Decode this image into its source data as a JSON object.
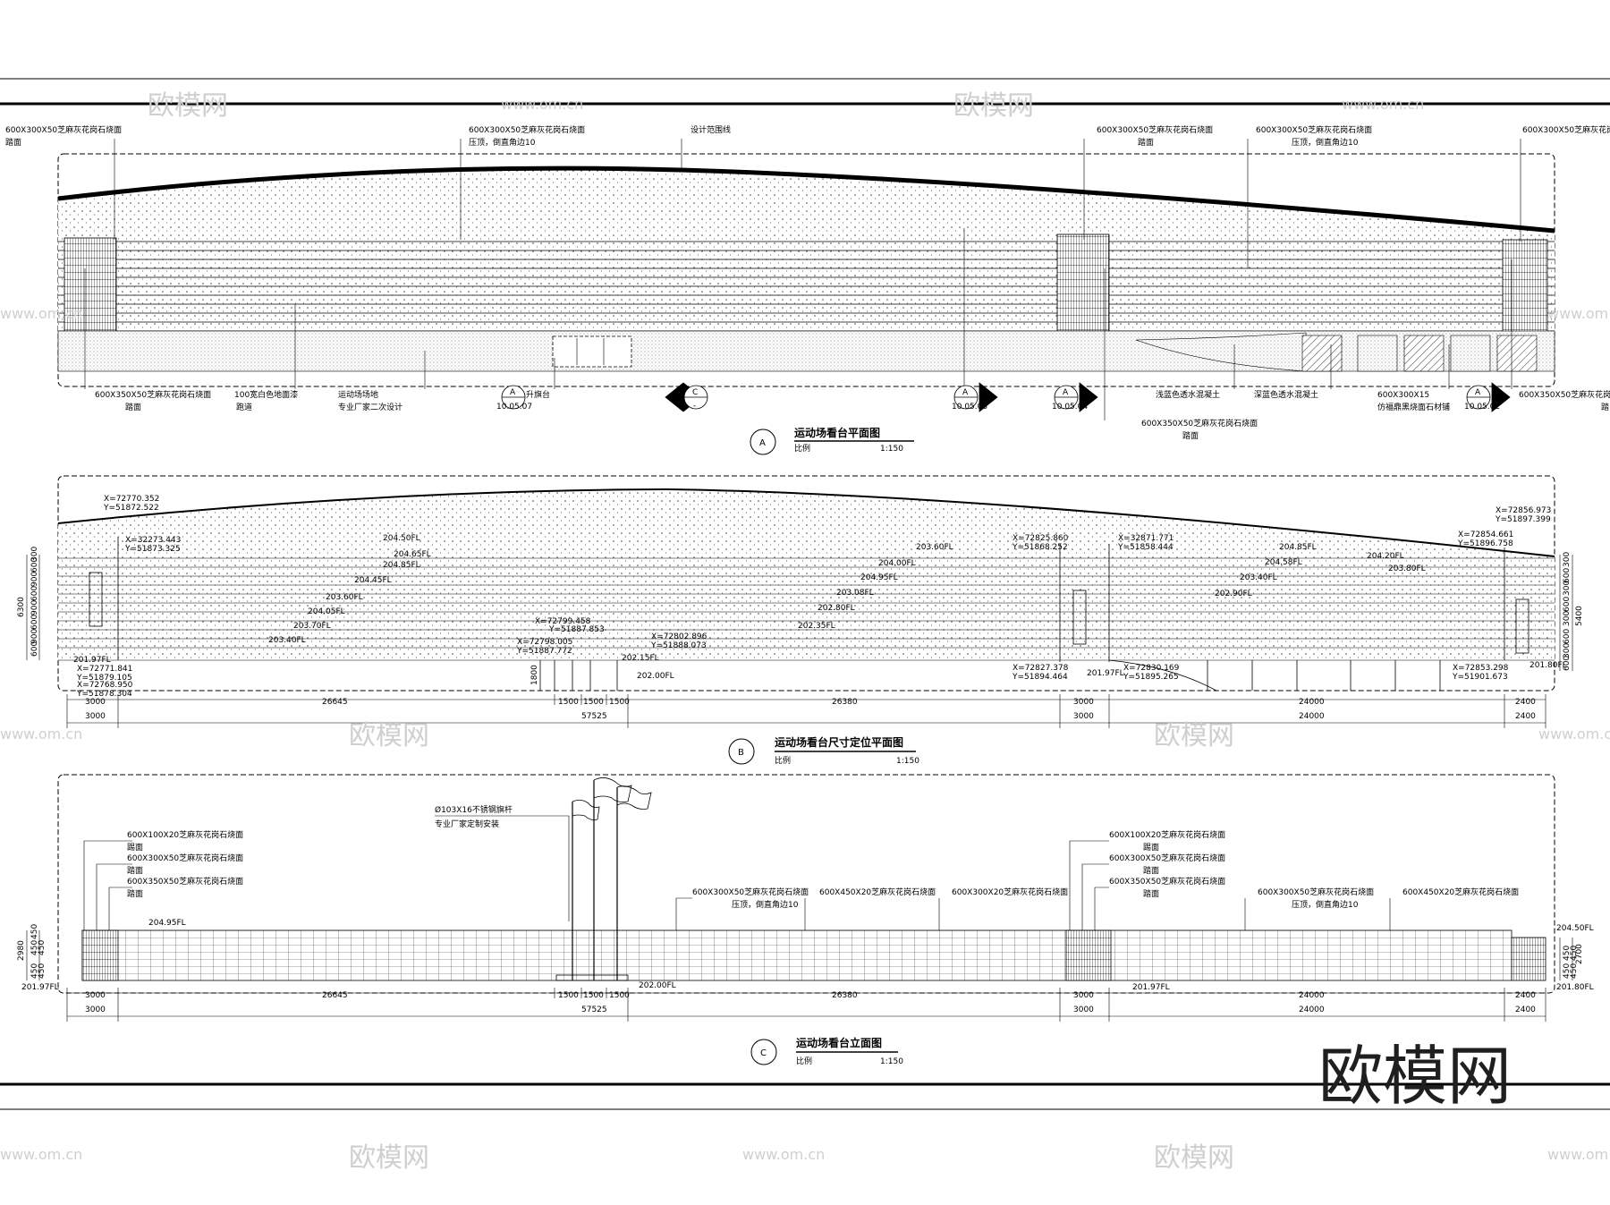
{
  "colors": {
    "ink": "#000000",
    "watermark": "#cfcfcf",
    "fill": "#f4f4f4"
  },
  "watermarks": {
    "brand": "欧模网",
    "url": "www.om.cn",
    "big": "欧模网"
  },
  "plan_a": {
    "callouts_top": [
      "600X300X50芝麻灰花岗石烧面",
      "踏面",
      "600X300X50芝麻灰花岗石烧面",
      "压顶，倒直角边10",
      "设计范围线",
      "600X300X50芝麻灰花岗石烧面",
      "踏面",
      "600X300X50芝麻灰花岗石烧面",
      "压顶，倒直角边10",
      "600X300X50芝麻灰花岗石"
    ],
    "callouts_bottom": [
      "600X350X50芝麻灰花岗石烧面",
      "踏面",
      "100宽白色地面漆",
      "跑道",
      "运动场场地",
      "专业厂家二次设计",
      "升旗台",
      "浅蓝色透水混凝土",
      "深蓝色透水混凝土",
      "600X300X15",
      "仿福鼎黑烧面石材铺",
      "600X350X50芝麻灰花岗石",
      "踏",
      "600X350X50芝麻灰花岗石烧面",
      "踏面"
    ],
    "markers": [
      {
        "l": "A",
        "r": "10.05.07"
      },
      {
        "l": "C",
        "r": "-"
      },
      {
        "l": "A",
        "r": "10.05.03"
      },
      {
        "l": "A",
        "r": "10.05.04"
      },
      {
        "l": "A",
        "r": "10.05.02"
      }
    ],
    "title": "运动场看台平面图",
    "scale_label": "比例",
    "scale": "1:150",
    "letter": "A"
  },
  "plan_b": {
    "coords": [
      "X=72770.352",
      "Y=51872.522",
      "X=32273.443",
      "Y=51873.325",
      "X=72825.860",
      "Y=51868.252",
      "X=32871.771",
      "Y=51858.444",
      "X=72856.973",
      "Y=51897.399",
      "X=72854.661",
      "Y=51896.758",
      "X=72771.841",
      "Y=51879.105",
      "X=72768.950",
      "Y=51878.304",
      "X=72799.458",
      "Y=51887.853",
      "X=72798.005",
      "Y=51887.772",
      "X=72802.896",
      "Y=51888.073",
      "X=72827.378",
      "Y=51894.464",
      "X=72830.169",
      "Y=51895.265",
      "X=72853.298",
      "Y=51901.673"
    ],
    "levels": [
      "204.50FL",
      "204.65FL",
      "204.85FL",
      "204.45FL",
      "203.60FL",
      "204.05FL",
      "203.70FL",
      "203.40FL",
      "203.60FL",
      "204.00FL",
      "204.95FL",
      "204.85FL",
      "204.58FL",
      "204.20FL",
      "203.80FL",
      "203.40FL",
      "202.90FL",
      "203.08FL",
      "202.80FL",
      "202.35FL",
      "201.97FL",
      "202.15FL",
      "202.00FL",
      "201.97FL",
      "201.80FL"
    ],
    "dims_left": [
      "6300",
      "600",
      "900",
      "600",
      "900",
      "600",
      "900",
      "600",
      "300",
      "1800"
    ],
    "dims_right": [
      "300",
      "600",
      "300",
      "600",
      "300",
      "600",
      "5400",
      "300",
      "600"
    ],
    "dims_row1": [
      "3000",
      "26645",
      "1500",
      "1500",
      "1500",
      "26380",
      "3000",
      "24000",
      "2400"
    ],
    "dims_row2": [
      "3000",
      "57525",
      "3000",
      "24000",
      "2400"
    ],
    "title": "运动场看台尺寸定位平面图",
    "scale_label": "比例",
    "scale": "1:150",
    "letter": "B"
  },
  "elev_c": {
    "callouts": [
      "600X100X20芝麻灰花岗石烧面",
      "踢面",
      "600X300X50芝麻灰花岗石烧面",
      "踏面",
      "600X350X50芝麻灰花岗石烧面",
      "踏面",
      "Ø103X16不锈钢旗杆",
      "专业厂家定制安装",
      "600X300X50芝麻灰花岗石烧面",
      "压顶，倒直角边10",
      "600X450X20芝麻灰花岗石烧面",
      "600X300X20芝麻灰花岗石烧面",
      "600X100X20芝麻灰花岗石烧面",
      "踢面",
      "600X300X50芝麻灰花岗石烧面",
      "踏面",
      "600X350X50芝麻灰花岗石烧面",
      "踏面",
      "600X300X50芝麻灰花岗石烧面",
      "压顶，倒直角边10",
      "600X450X20芝麻灰花岗石烧面"
    ],
    "levels": [
      "204.95FL",
      "201.97FL",
      "202.00FL",
      "201.97FL",
      "204.50FL",
      "201.80FL"
    ],
    "dims_left": [
      "2980",
      "450",
      "450",
      "450",
      "450",
      "450"
    ],
    "dims_right": [
      "2700",
      "450",
      "450",
      "450",
      "450"
    ],
    "dims_row1": [
      "3000",
      "26645",
      "1500",
      "1500",
      "1500",
      "26380",
      "3000",
      "24000",
      "2400"
    ],
    "dims_row2": [
      "3000",
      "57525",
      "3000",
      "24000",
      "2400"
    ],
    "title": "运动场看台立面图",
    "scale_label": "比例",
    "scale": "1:150",
    "letter": "C"
  }
}
